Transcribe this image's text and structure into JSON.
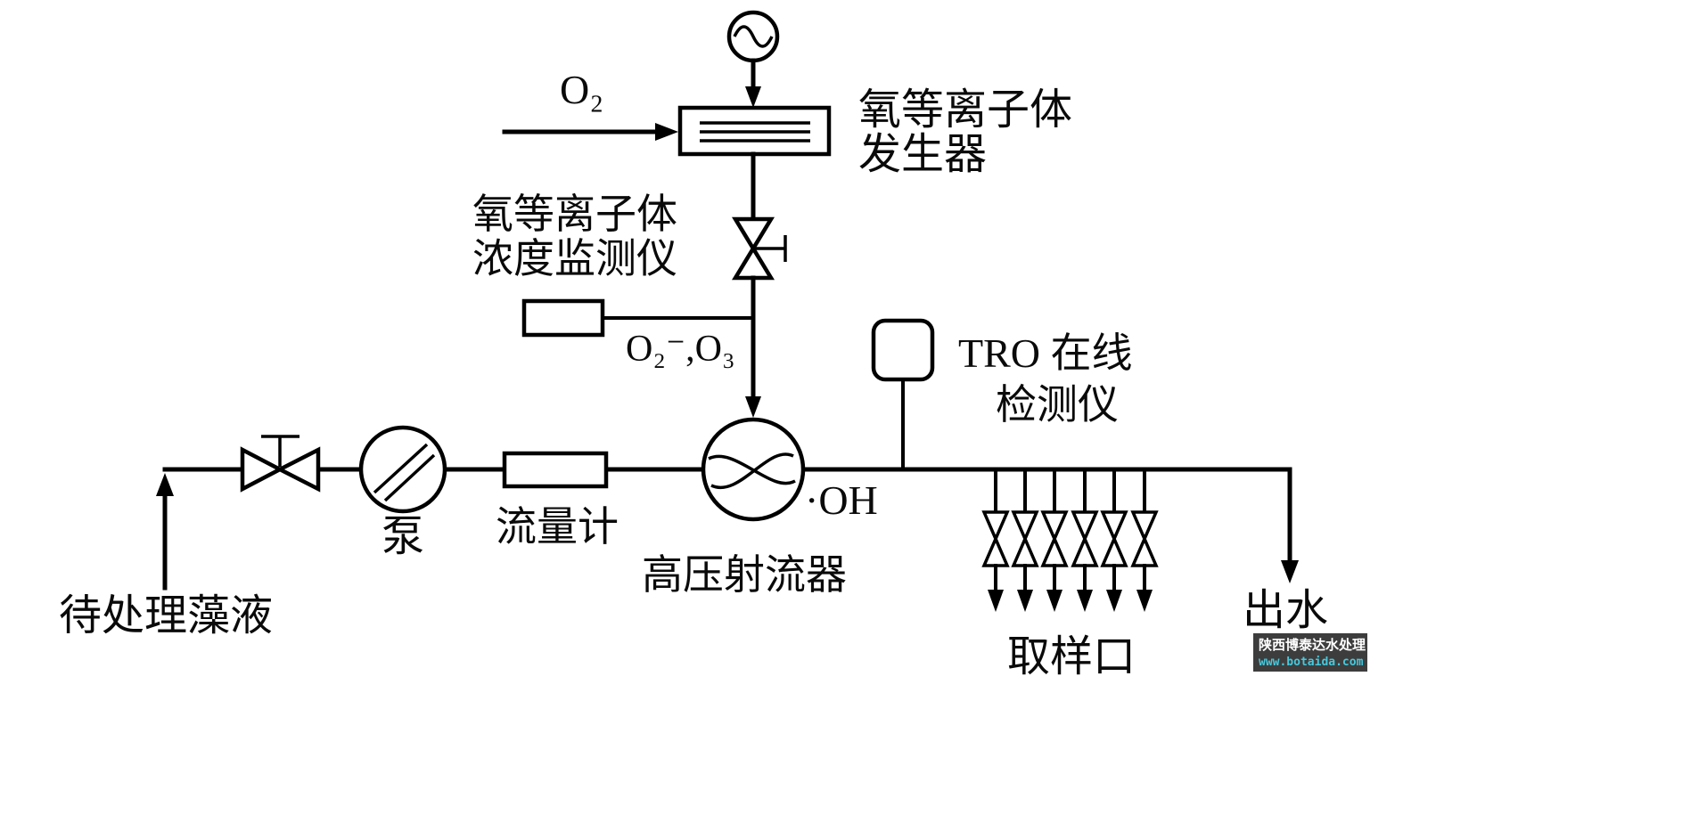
{
  "diagram": {
    "labels": {
      "o2_feed": "O₂",
      "generator_line1": "氧等离子体",
      "generator_line2": "发生器",
      "monitor_line1": "氧等离子体",
      "monitor_line2": "浓度监测仪",
      "gas_species": "O₂⁻,O₃",
      "tro_line1": "TRO 在线",
      "tro_line2": "检测仪",
      "oh_radical": "·OH",
      "jet_device": "高压射流器",
      "pump": "泵",
      "flow_meter": "流量计",
      "feed_liquid": "待处理藻液",
      "sampling_ports": "取样口",
      "outlet": "出水"
    },
    "watermark": {
      "company": "陕西博泰达水处理",
      "url": "www.botaida.com",
      "bg_color": "#3d3d3d",
      "company_color": "#ffffff",
      "url_color": "#46c8dc"
    },
    "style": {
      "line_color": "#000000",
      "background": "#ffffff"
    }
  }
}
